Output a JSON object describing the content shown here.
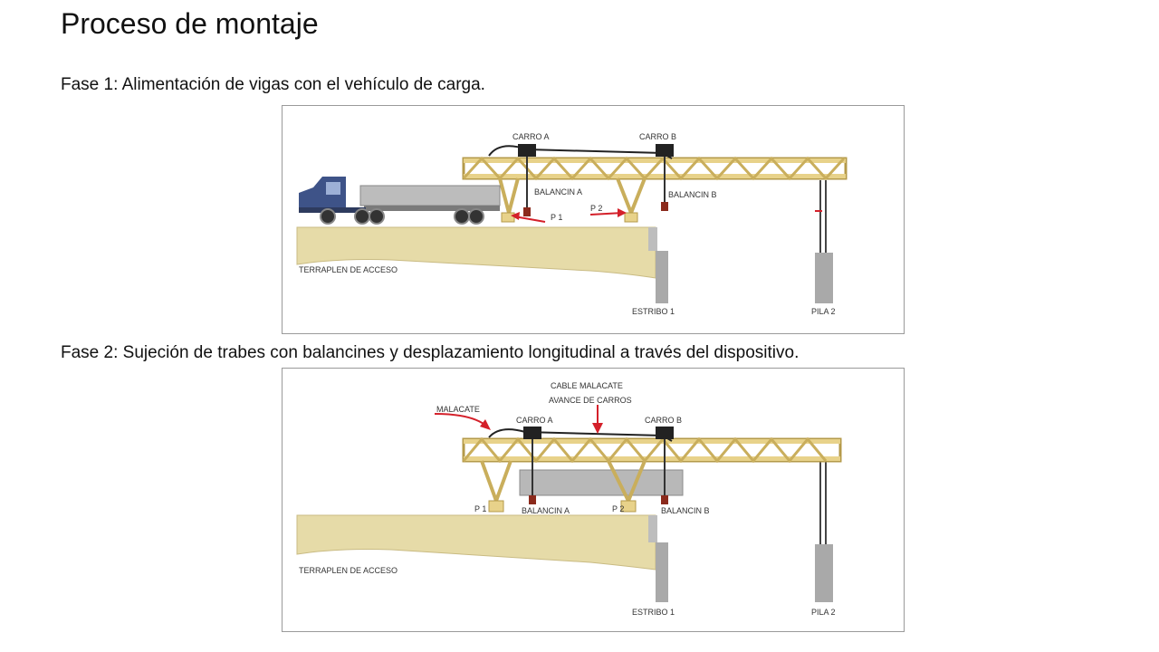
{
  "title": "Proceso de montaje",
  "phase1": {
    "caption": "Fase 1: Alimentación de vigas con el vehículo de carga.",
    "labels": {
      "carro_a": "CARRO A",
      "carro_b": "CARRO B",
      "balancin_a": "BALANCIN A",
      "balancin_b": "BALANCIN B",
      "p1": "P 1",
      "p2": "P 2",
      "terraplen": "TERRAPLEN DE ACCESO",
      "estribo": "ESTRIBO 1",
      "pila": "PILA 2"
    }
  },
  "phase2": {
    "caption": "Fase 2: Sujeción de trabes con balancines y desplazamiento longitudinal a través del dispositivo.",
    "labels": {
      "malacate": "MALACATE",
      "cable_malacate": "CABLE MALACATE",
      "avance_carros": "AVANCE DE CARROS",
      "carro_a": "CARRO A",
      "carro_b": "CARRO B",
      "p1": "P 1",
      "p2": "P 2",
      "balancin_a": "BALANCIN A",
      "balancin_b": "BALANCIN B",
      "terraplen": "TERRAPLEN DE ACCESO",
      "estribo": "ESTRIBO 1",
      "pila": "PILA 2"
    }
  },
  "colors": {
    "truss": "#e8d28a",
    "truss_stroke": "#b49a4a",
    "ground": "#e6dba8",
    "truck_blue": "#3e5388",
    "arrow_red": "#d4202a",
    "pier_gray": "#a9a9a9",
    "beam_gray": "#b8b8b8"
  }
}
